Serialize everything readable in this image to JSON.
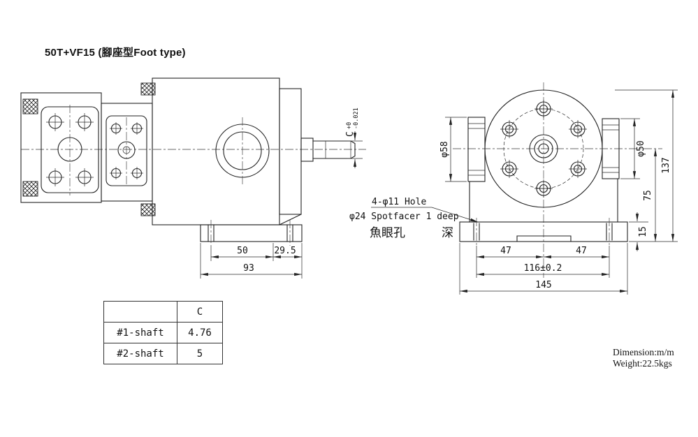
{
  "title": "50T+VF15 (腳座型Foot type)",
  "palette": {
    "line": "#222222",
    "background": "#ffffff",
    "text": "#111111"
  },
  "side_view": {
    "dim_50": "50",
    "dim_29_5": "29.5",
    "dim_93": "93",
    "shaft_dim": {
      "letter": "C",
      "upper": "+0",
      "lower": "-0.021"
    }
  },
  "front_view": {
    "dim_d58": "φ58",
    "dim_d50": "φ50",
    "dim_137": "137",
    "dim_75": "75",
    "dim_15": "15",
    "dim_47_left": "47",
    "dim_47_right": "47",
    "dim_116": "116±0.2",
    "dim_145": "145"
  },
  "annotations": {
    "hole_note": "4-φ11 Hole",
    "spotface_note": "φ24 Spotfacer 1 deep",
    "spotface_note_cn": "魚眼孔",
    "deep_cn": "深"
  },
  "shaft_table": {
    "header_c": "C",
    "rows": [
      {
        "name": "#1-shaft",
        "c": "4.76"
      },
      {
        "name": "#2-shaft",
        "c": "5"
      }
    ]
  },
  "notes": {
    "dimension_unit": "Dimension:m/m",
    "weight": "Weight:22.5kgs"
  }
}
